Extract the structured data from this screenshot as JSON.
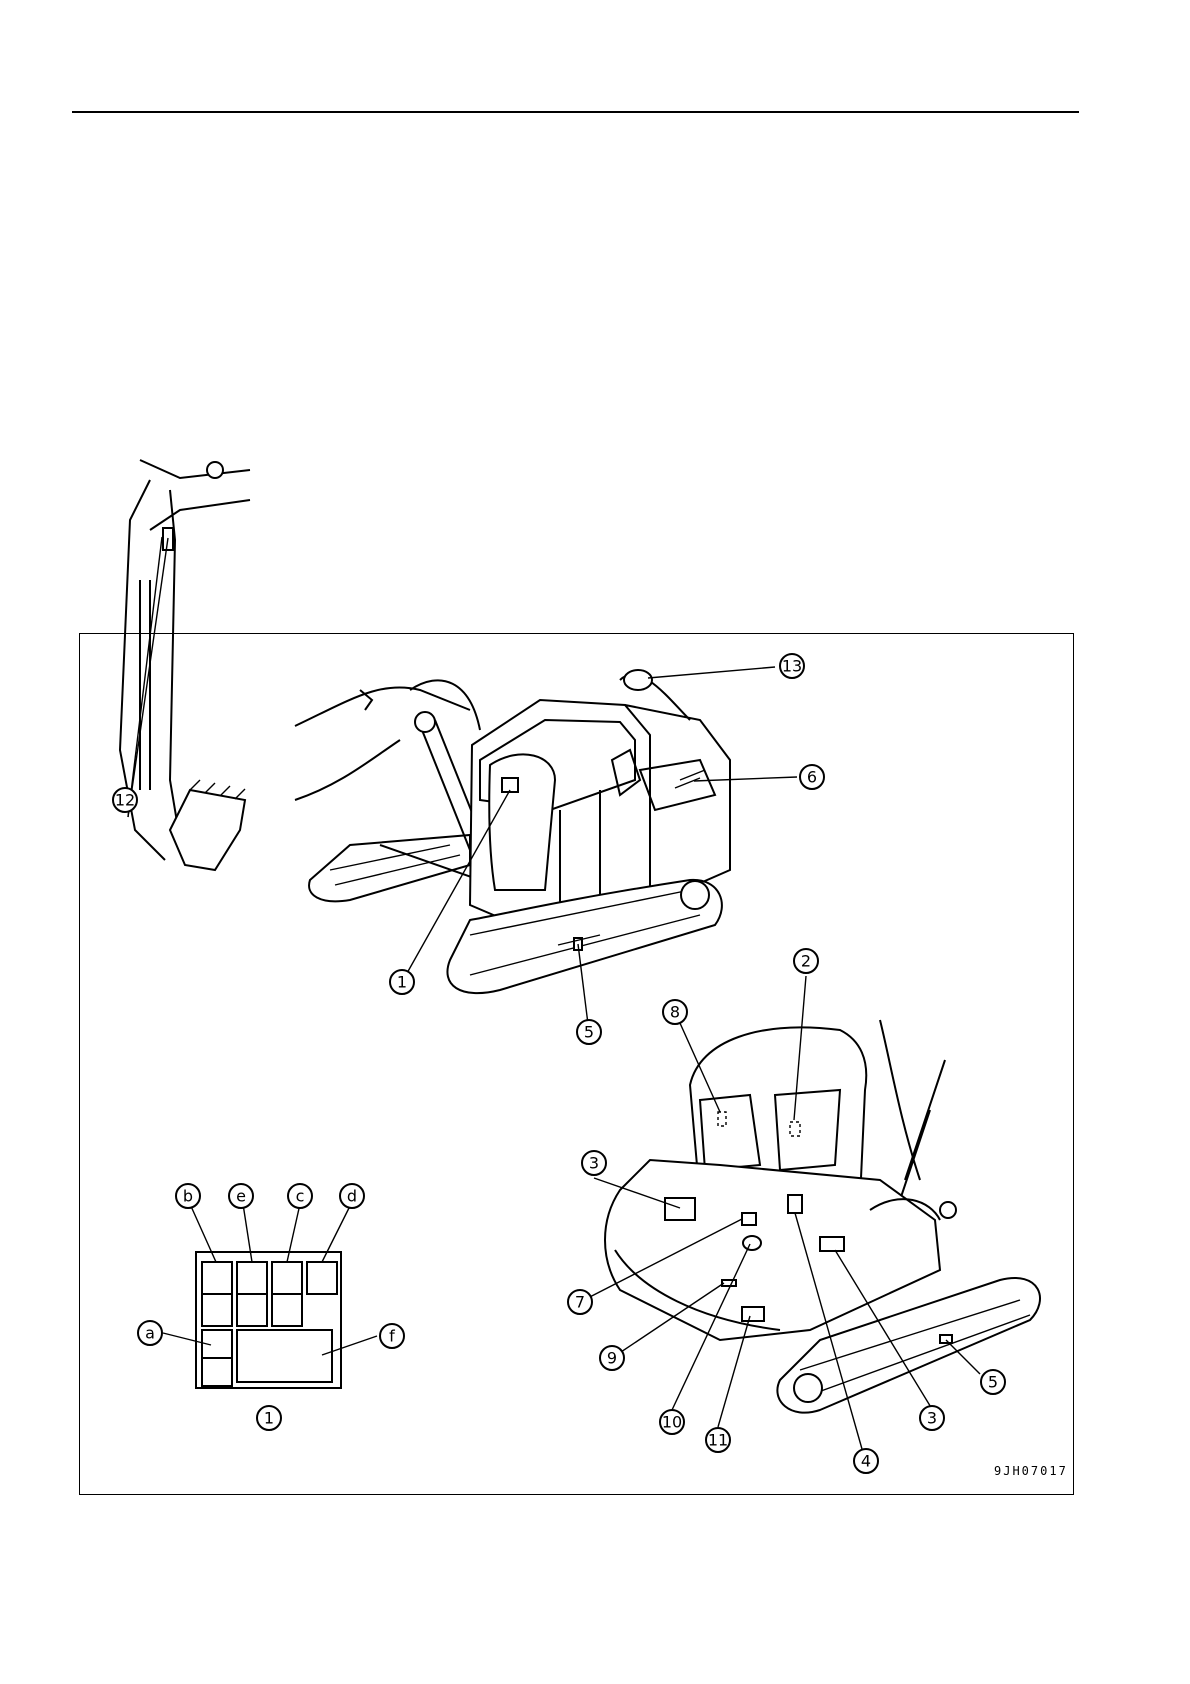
{
  "figure": {
    "code": "9JH07017",
    "callouts": [
      {
        "id": "c13",
        "label": "13"
      },
      {
        "id": "c6",
        "label": "6"
      },
      {
        "id": "c12",
        "label": "12"
      },
      {
        "id": "c1a",
        "label": "1"
      },
      {
        "id": "c5a",
        "label": "5"
      },
      {
        "id": "c2",
        "label": "2"
      },
      {
        "id": "c8",
        "label": "8"
      },
      {
        "id": "c3a",
        "label": "3"
      },
      {
        "id": "c7",
        "label": "7"
      },
      {
        "id": "c9",
        "label": "9"
      },
      {
        "id": "c10",
        "label": "10"
      },
      {
        "id": "c11",
        "label": "11"
      },
      {
        "id": "c4",
        "label": "4"
      },
      {
        "id": "c3b",
        "label": "3"
      },
      {
        "id": "c5b",
        "label": "5"
      },
      {
        "id": "cb",
        "label": "b"
      },
      {
        "id": "ce",
        "label": "e"
      },
      {
        "id": "cc",
        "label": "c"
      },
      {
        "id": "cd",
        "label": "d"
      },
      {
        "id": "ca",
        "label": "a"
      },
      {
        "id": "cf",
        "label": "f"
      },
      {
        "id": "c1b",
        "label": "1"
      }
    ]
  }
}
